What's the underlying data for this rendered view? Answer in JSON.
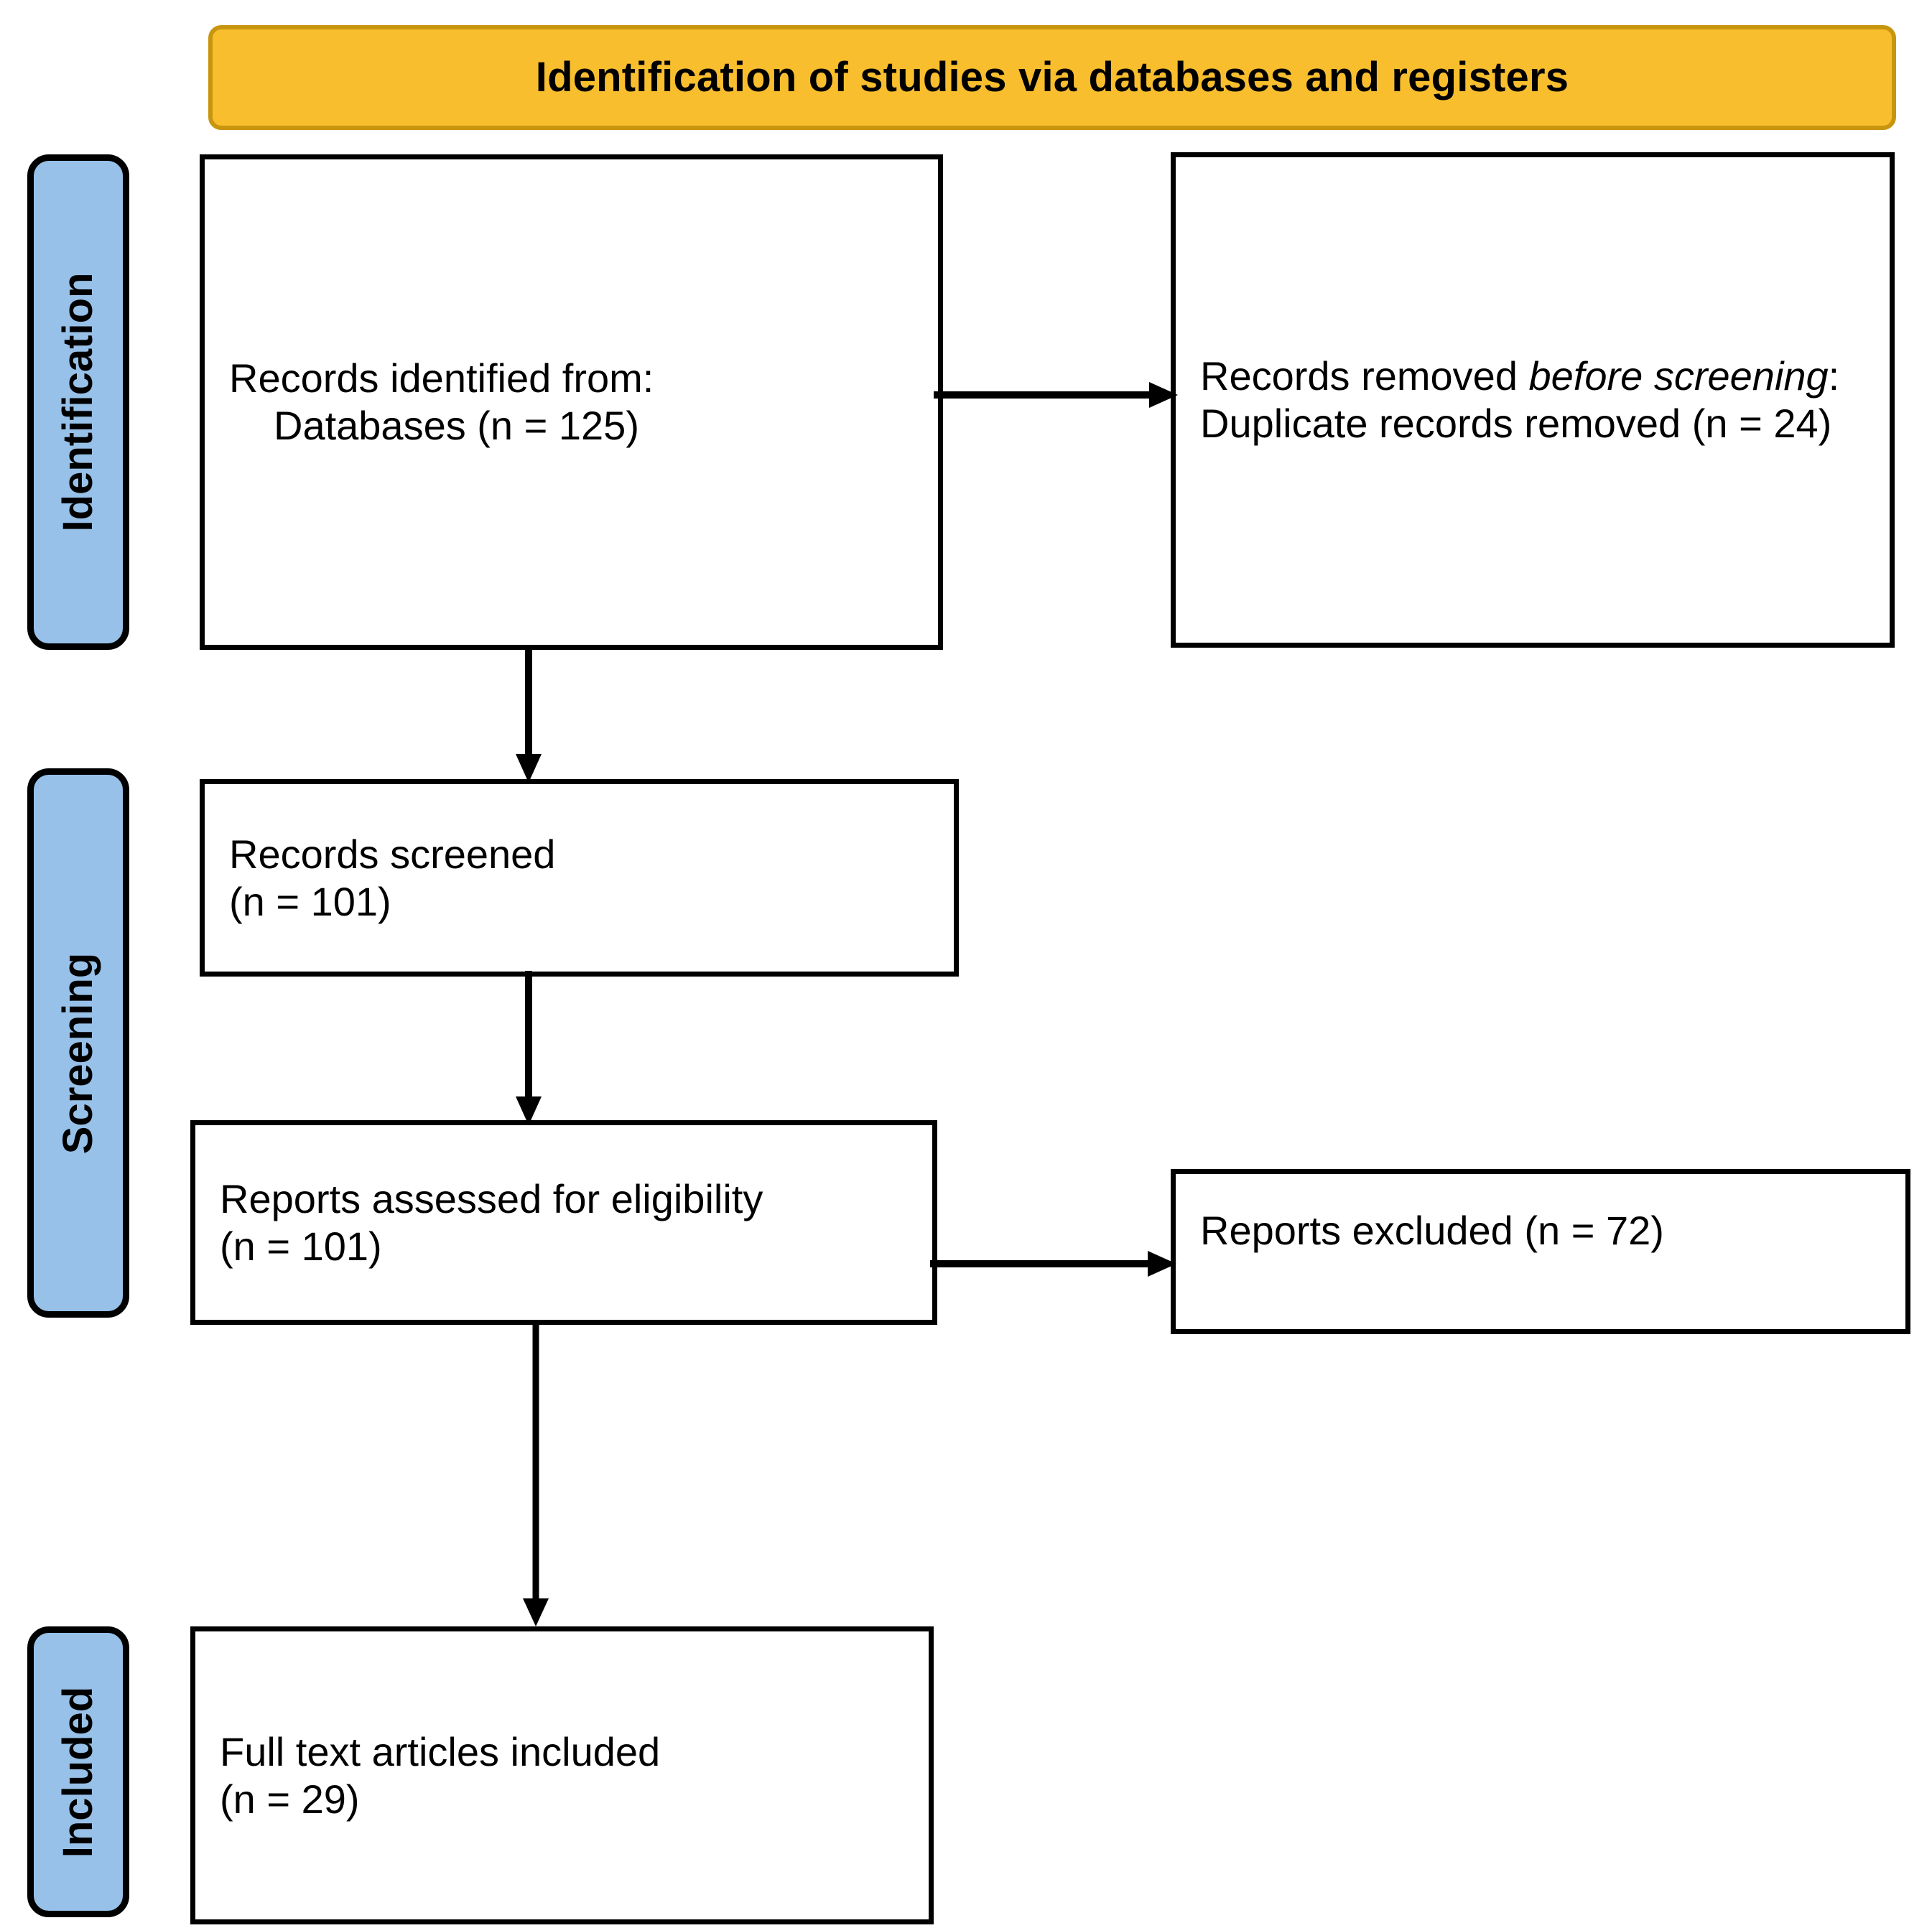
{
  "banner": {
    "title": "Identification of studies via databases and registers",
    "bg_color": "#F8BE2E",
    "border_color": "#C8950F"
  },
  "stages": [
    {
      "key": "identification",
      "label": "Identification",
      "color": "#97C1E8"
    },
    {
      "key": "screening",
      "label": "Screening",
      "color": "#97C1E8"
    },
    {
      "key": "included",
      "label": "Included",
      "color": "#97C1E8"
    }
  ],
  "boxes": {
    "identified": {
      "line1": "Records identified from:",
      "line2": "Databases (n = 125)",
      "count": 125
    },
    "removed": {
      "lead": "Records removed ",
      "emphasis": "before screening",
      "colon": ":",
      "detail": "Duplicate records removed (n = 24)",
      "count": 24
    },
    "screened": {
      "line1": "Records screened",
      "line2": "(n = 101)",
      "count": 101
    },
    "eligibility": {
      "line1": "Reports assessed for eligibility",
      "line2": "(n = 101)",
      "count": 101
    },
    "excluded": {
      "line1": "Reports excluded (n = 72)",
      "count": 72
    },
    "included": {
      "line1": "Full text articles included",
      "line2": "(n = 29)",
      "count": 29
    }
  },
  "connectors": [
    {
      "name": "identified-to-removed",
      "direction": "right"
    },
    {
      "name": "identified-to-screened",
      "direction": "down"
    },
    {
      "name": "screened-to-eligibility",
      "direction": "down"
    },
    {
      "name": "eligibility-to-excluded",
      "direction": "right"
    },
    {
      "name": "eligibility-to-included",
      "direction": "down"
    }
  ]
}
